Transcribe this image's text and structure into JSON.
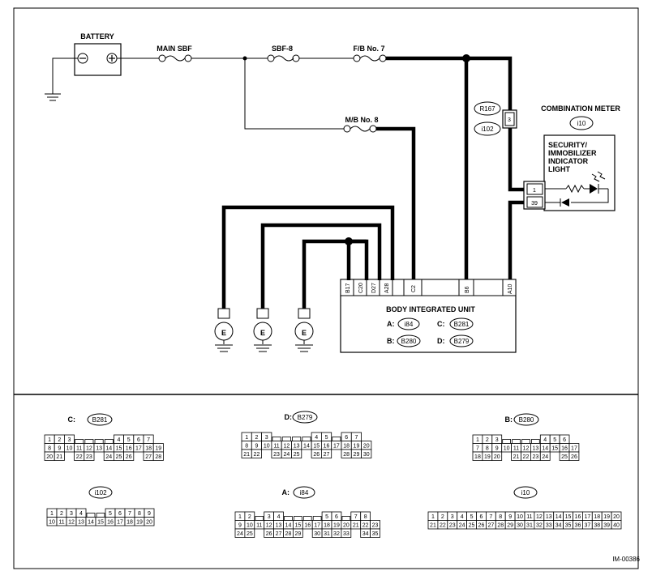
{
  "diagram": {
    "battery_label": "BATTERY",
    "fuse_main": "MAIN SBF",
    "fuse_sbf8": "SBF-8",
    "fuse_fb7": "F/B No. 7",
    "fuse_mb8": "M/B No. 8",
    "conn_r167": "R167",
    "conn_i102_top": "i102",
    "conn_pin3": "3",
    "combo_title": "COMBINATION METER",
    "combo_conn": "i10",
    "indicator_line1": "SECURITY/",
    "indicator_line2": "IMMOBILIZER",
    "indicator_line3": "INDICATOR",
    "indicator_line4": "LIGHT",
    "meter_pin1": "1",
    "meter_pin39": "39",
    "unit_title": "BODY INTEGRATED UNIT",
    "unit_pins": [
      "B17",
      "C20",
      "D27",
      "A28",
      "C2",
      "B6",
      "A10"
    ],
    "unit_a_label": "A:",
    "unit_a_conn": "i84",
    "unit_b_label": "B:",
    "unit_b_conn": "B280",
    "unit_c_label": "C:",
    "unit_c_conn": "B281",
    "unit_d_label": "D:",
    "unit_d_conn": "B279",
    "ground": "E",
    "diagram_id": "IM-00386"
  },
  "connectors": {
    "c_prefix": "C:",
    "c_name": "B281",
    "d_prefix": "D:",
    "d_name": "B279",
    "b_prefix": "B:",
    "b_name": "B280",
    "i102_name": "i102",
    "a_prefix": "A:",
    "a_name": "i84",
    "i10_name": "i10",
    "c_rows": [
      [
        "1",
        "2",
        "3",
        "",
        "",
        "",
        "",
        "4",
        "5",
        "6",
        "7"
      ],
      [
        "8",
        "9",
        "10",
        "11",
        "12",
        "13",
        "14",
        "15",
        "16",
        "17",
        "18",
        "19"
      ],
      [
        "20",
        "21",
        "",
        "22",
        "23",
        "",
        "24",
        "25",
        "26",
        "",
        "27",
        "28"
      ]
    ],
    "d_rows": [
      [
        "1",
        "2",
        "3",
        "",
        "",
        "",
        "",
        "4",
        "5",
        "",
        "6",
        "7"
      ],
      [
        "8",
        "9",
        "10",
        "11",
        "12",
        "13",
        "14",
        "15",
        "16",
        "17",
        "18",
        "19",
        "20"
      ],
      [
        "21",
        "22",
        "",
        "23",
        "24",
        "25",
        "",
        "26",
        "27",
        "",
        "28",
        "29",
        "30"
      ]
    ],
    "b_rows": [
      [
        "1",
        "2",
        "3",
        "",
        "",
        "",
        "",
        "4",
        "5",
        "6"
      ],
      [
        "7",
        "8",
        "9",
        "10",
        "11",
        "12",
        "13",
        "14",
        "15",
        "16",
        "17"
      ],
      [
        "18",
        "19",
        "20",
        "",
        "21",
        "22",
        "23",
        "24",
        "",
        "25",
        "26"
      ]
    ],
    "i102_rows": [
      [
        "1",
        "2",
        "3",
        "4",
        "",
        "",
        "5",
        "6",
        "7",
        "8",
        "9"
      ],
      [
        "10",
        "11",
        "12",
        "13",
        "14",
        "15",
        "16",
        "17",
        "18",
        "19",
        "20"
      ]
    ],
    "a_rows": [
      [
        "1",
        "2",
        "",
        "3",
        "4",
        "",
        "",
        "",
        "",
        "5",
        "6",
        "",
        "7",
        "8"
      ],
      [
        "9",
        "10",
        "11",
        "12",
        "13",
        "14",
        "15",
        "16",
        "17",
        "18",
        "19",
        "20",
        "21",
        "22",
        "23"
      ],
      [
        "24",
        "25",
        "",
        "26",
        "27",
        "28",
        "29",
        "",
        "30",
        "31",
        "32",
        "33",
        "",
        "34",
        "35"
      ]
    ],
    "i10_rows": [
      [
        "1",
        "2",
        "3",
        "4",
        "5",
        "6",
        "7",
        "8",
        "9",
        "10",
        "11",
        "12",
        "13",
        "14",
        "15",
        "16",
        "17",
        "18",
        "19",
        "20"
      ],
      [
        "21",
        "22",
        "23",
        "24",
        "25",
        "26",
        "27",
        "28",
        "29",
        "30",
        "31",
        "32",
        "33",
        "34",
        "35",
        "36",
        "37",
        "38",
        "39",
        "40"
      ]
    ]
  }
}
